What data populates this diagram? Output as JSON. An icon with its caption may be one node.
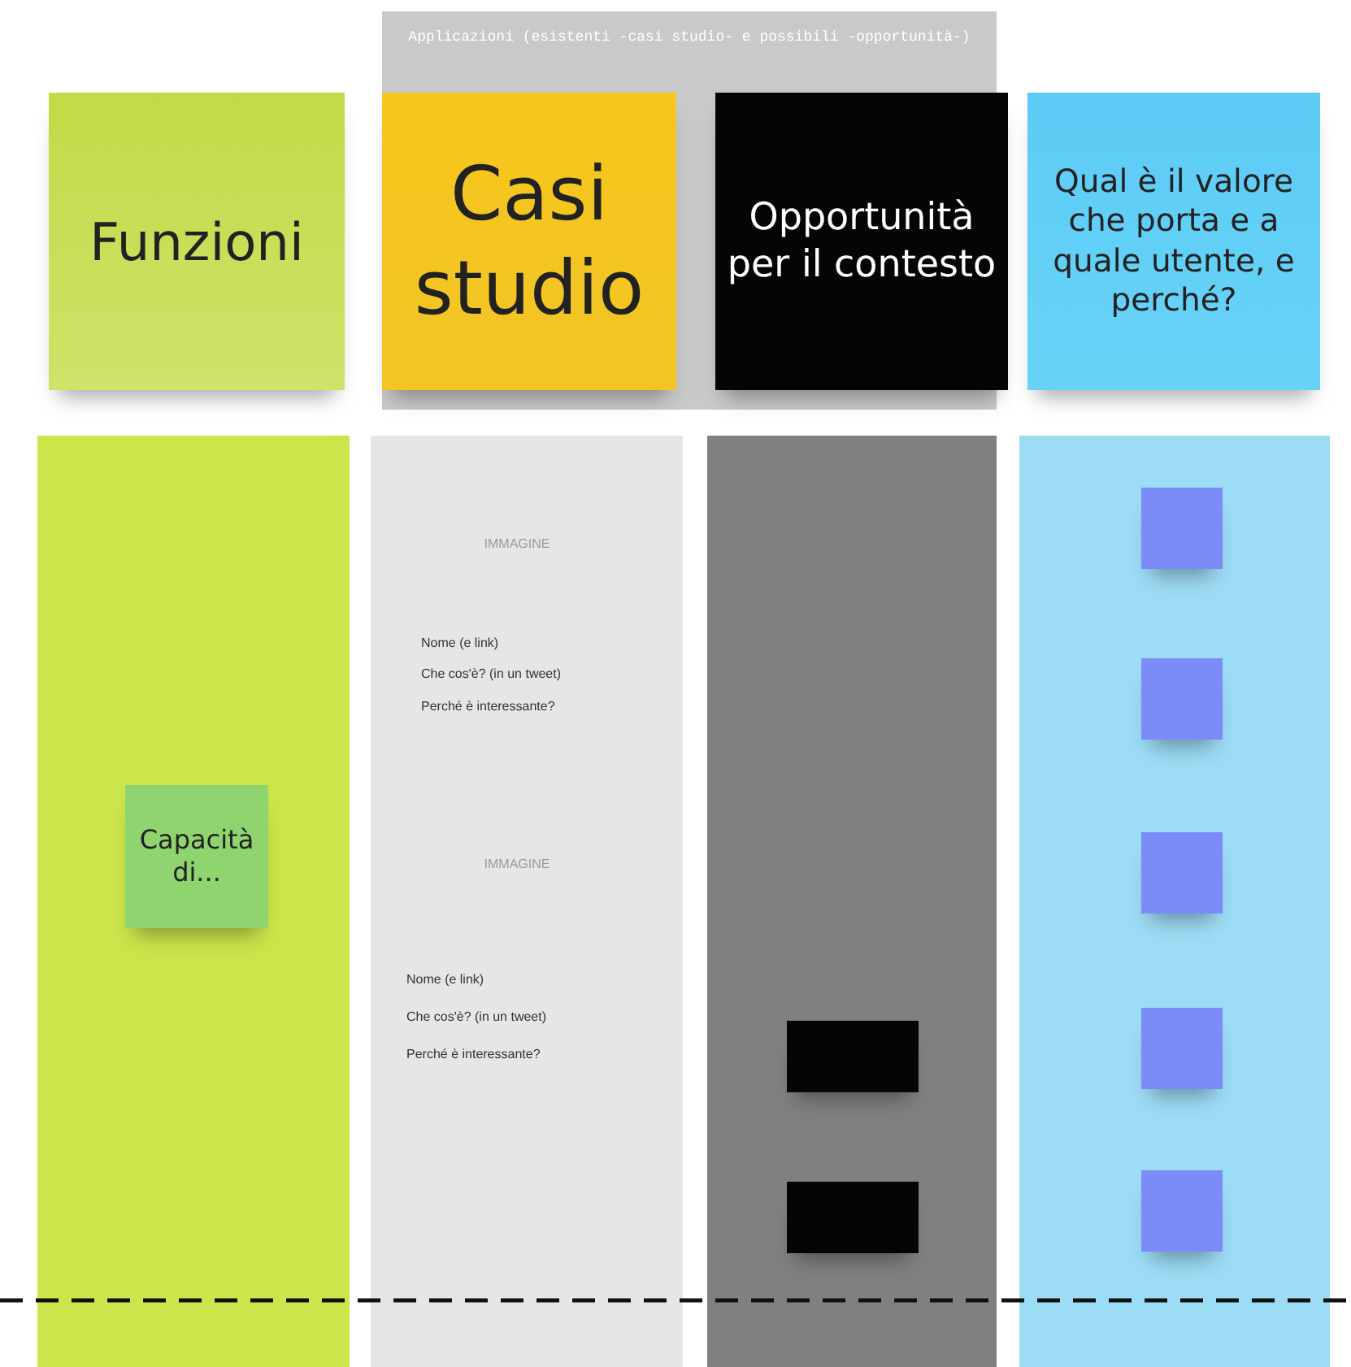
{
  "diagram": {
    "nodes": [
      {
        "text": [
          "Applicazioni (esistenti -casi studio- e possibili -opportunità-)"
        ]
      },
      {
        "text": [
          "Funzioni"
        ]
      },
      {
        "text": [
          "Casi studio"
        ],
        "in": 0
      },
      {
        "text": [
          "Opportunità per il contesto"
        ],
        "in": 0
      },
      {
        "text": [
          "Qual è il valore che porta e a quale utente, e perché?"
        ]
      },
      {
        "text": [],
        "shape": "box"
      },
      {
        "text": [
          "IMMAGINE",
          "Nome (e link)",
          "Che cos'è? (in un tweet)",
          "Perché è interessante?",
          "IMMAGINE",
          "Nome (e link)",
          "Che cos'è? (in un tweet)",
          "Perché è interessante?"
        ]
      },
      {
        "text": [],
        "shape": "box"
      },
      {
        "text": [],
        "shape": "box"
      },
      {
        "text": [
          "Capacità di..."
        ],
        "in": 5
      },
      {
        "text": [],
        "shape": "box",
        "in": 7
      },
      {
        "text": [],
        "shape": "box",
        "in": 7
      },
      {
        "text": [],
        "shape": "box",
        "in": 8
      },
      {
        "text": [],
        "shape": "box",
        "in": 8
      },
      {
        "text": [],
        "shape": "box",
        "in": 8
      },
      {
        "text": [],
        "shape": "box",
        "in": 8
      },
      {
        "text": [],
        "shape": "box",
        "in": 8
      }
    ]
  }
}
